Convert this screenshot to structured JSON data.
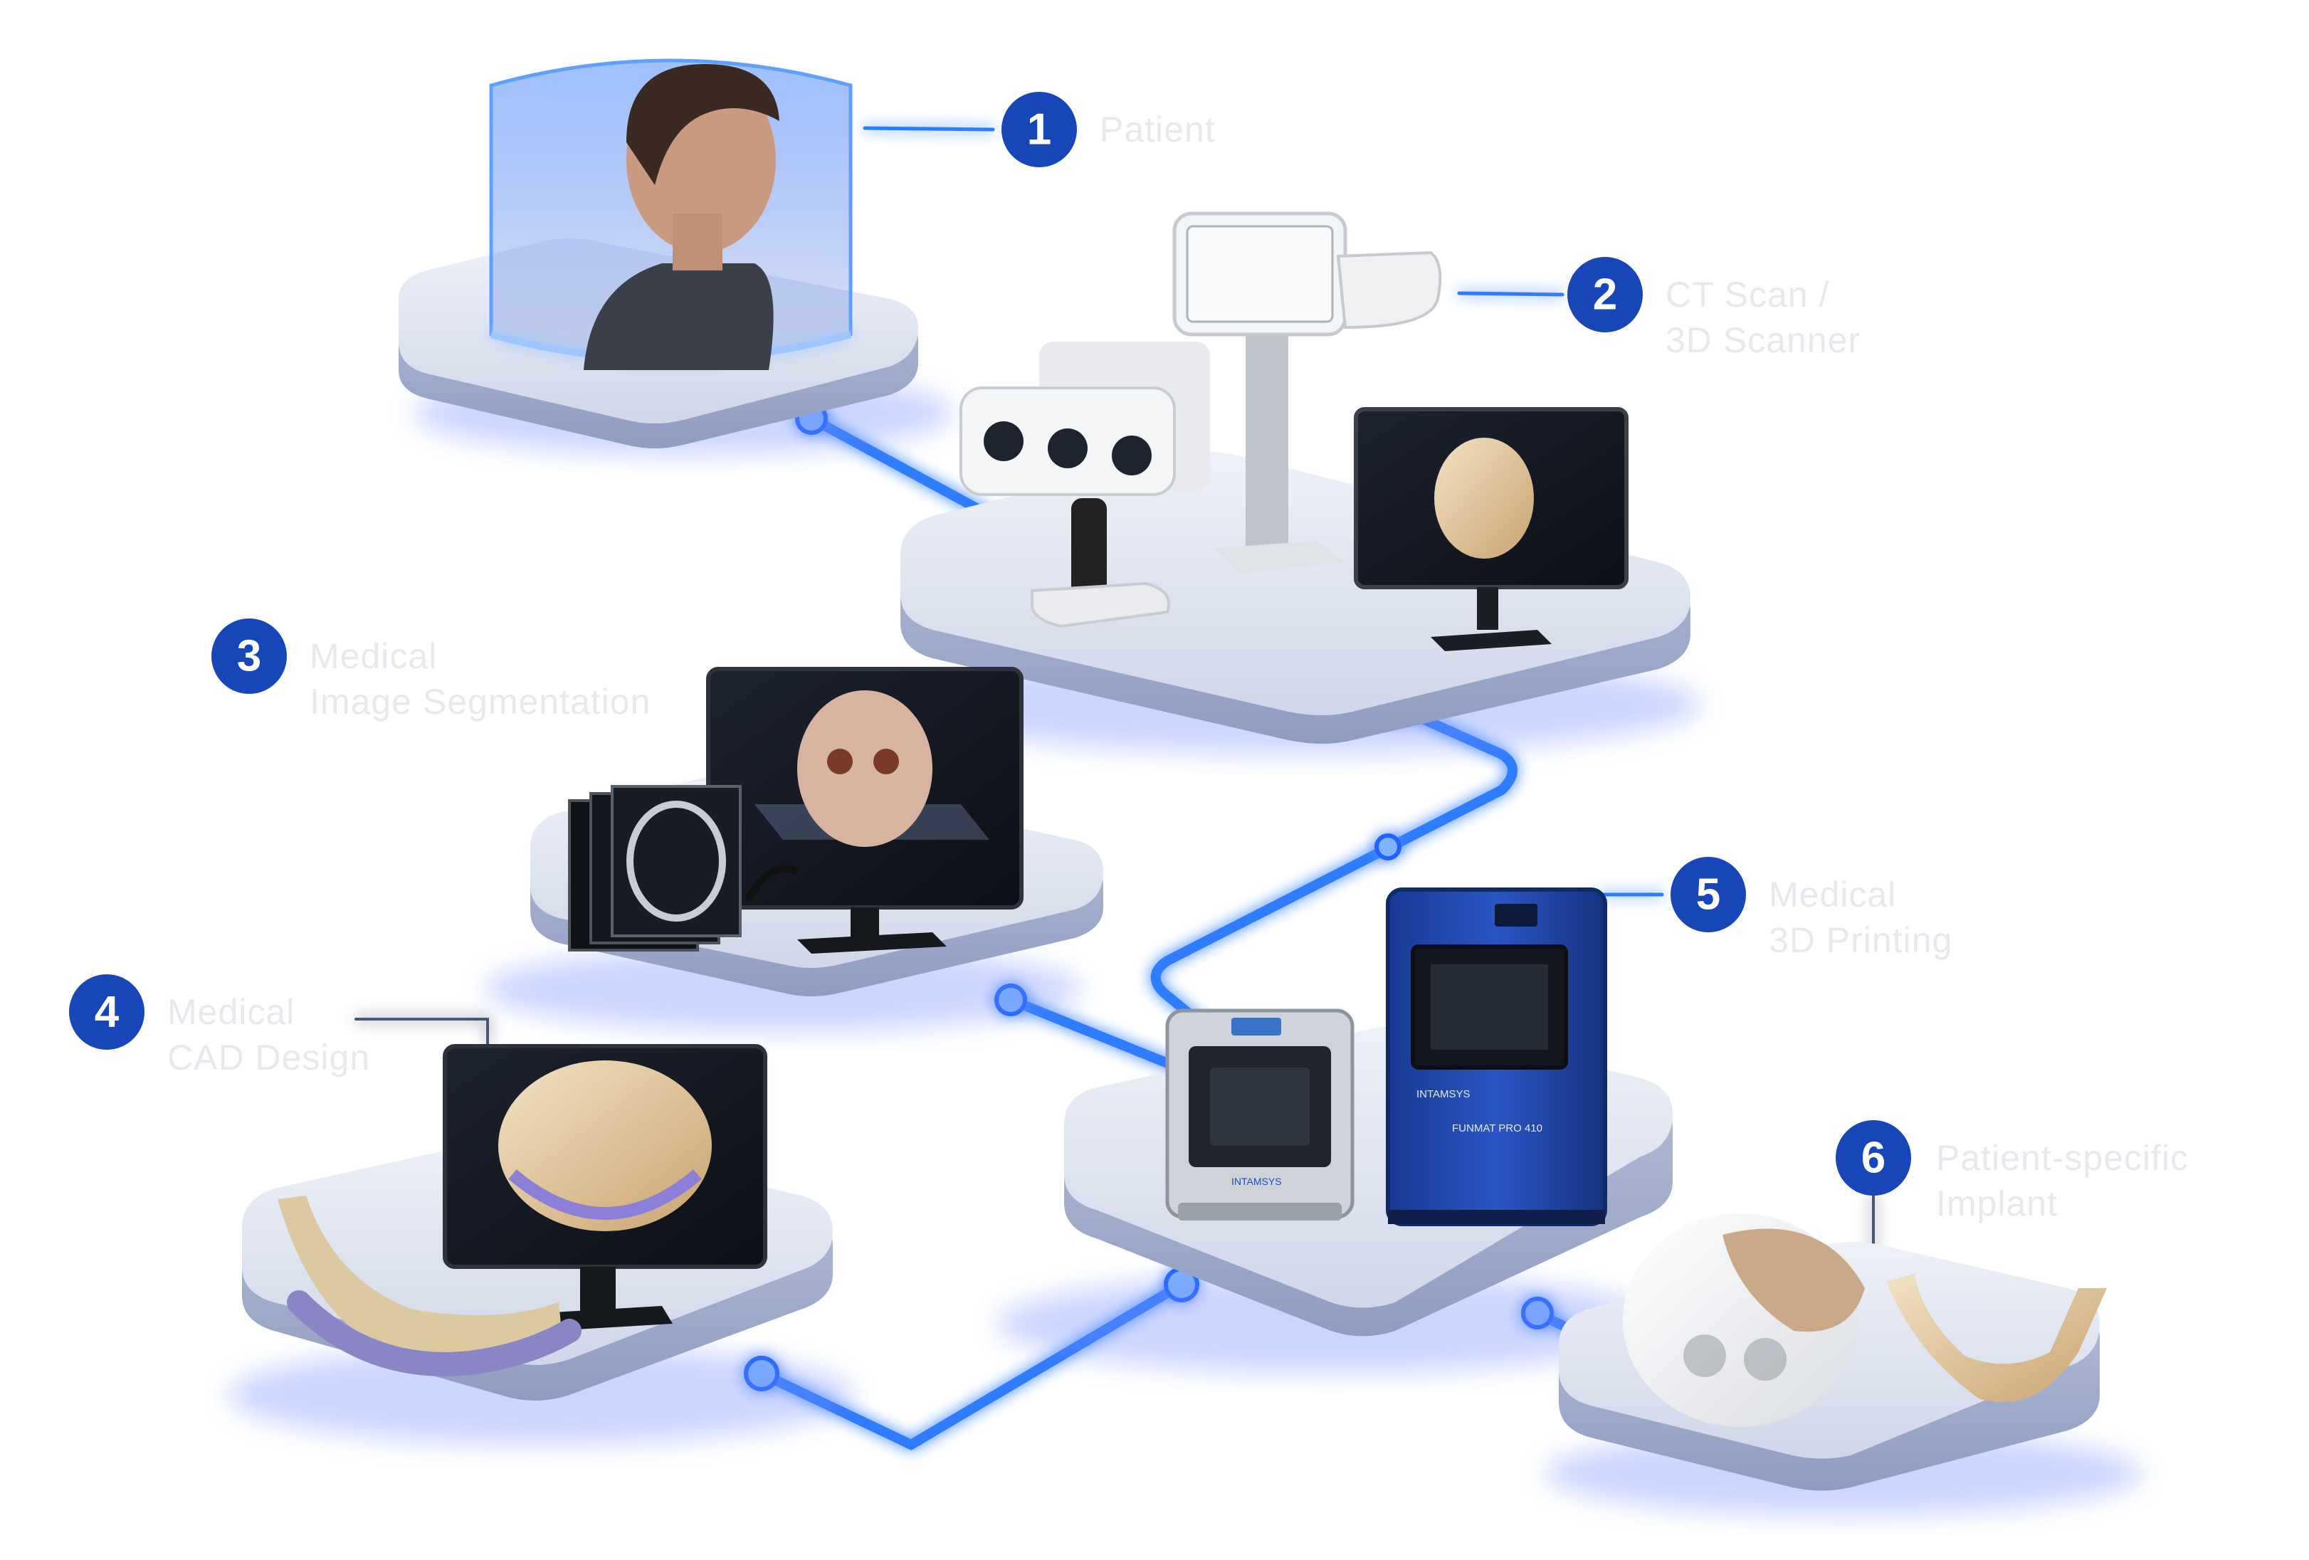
{
  "steps": [
    {
      "number": "1",
      "lines": [
        "Patient"
      ]
    },
    {
      "number": "2",
      "lines": [
        "CT Scan /",
        "3D Scanner"
      ]
    },
    {
      "number": "3",
      "lines": [
        "Medical",
        "Image Segmentation"
      ]
    },
    {
      "number": "4",
      "lines": [
        "Medical",
        "CAD Design"
      ]
    },
    {
      "number": "5",
      "lines": [
        "Medical",
        "3D Printing"
      ]
    },
    {
      "number": "6",
      "lines": [
        "Patient-specific",
        "Implant"
      ]
    }
  ],
  "devices": {
    "printer_small_brand": "INTAMSYS",
    "printer_large_brand": "INTAMSYS",
    "printer_large_model": "FUNMAT PRO 410"
  },
  "colors": {
    "badge": "#1746b8",
    "connector": "#2e7bff",
    "platform": "#dde3ef",
    "label_text": "#e6e9ee",
    "printer_blue": "#1b3f9c"
  }
}
